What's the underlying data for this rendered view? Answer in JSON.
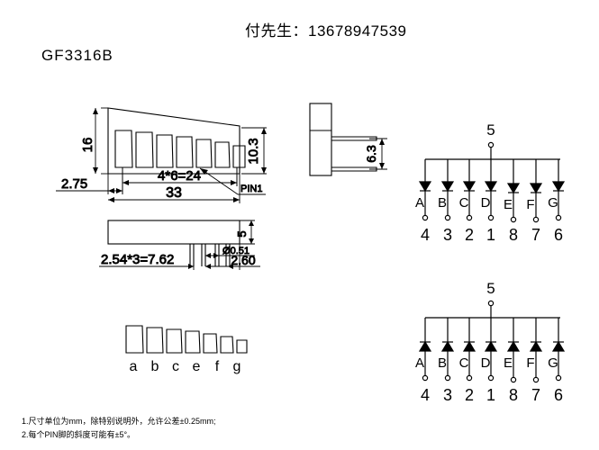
{
  "header": {
    "contact": "付先生：13678947539",
    "part_number": "GF3316B"
  },
  "front_view": {
    "name": "front-view",
    "dimensions": {
      "height_left": "16",
      "height_right": "10.3",
      "offset_left": "2.75",
      "segment_pitch": "4*6=24",
      "overall_width": "33"
    },
    "pin1_label": "PIN1"
  },
  "side_view": {
    "name": "side-view",
    "dimensions": {
      "pin_spacing": "6.3"
    }
  },
  "bottom_view": {
    "name": "bottom-view",
    "dimensions": {
      "thickness": "5",
      "pin_diameter": "Ø0.51",
      "pin_edge": "2.60",
      "pin_pitch": "2.54*3=7.62"
    }
  },
  "segment_map": {
    "name": "segment-label-strip",
    "labels": [
      "a",
      "b",
      "c",
      "e",
      "f",
      "g"
    ]
  },
  "schematic_top": {
    "title": "common-anode-schematic",
    "common_pin": "5",
    "segment_labels": [
      "A",
      "B",
      "C",
      "D",
      "E",
      "F",
      "G"
    ],
    "pin_numbers": [
      "4",
      "3",
      "2",
      "1",
      "8",
      "7",
      "6"
    ],
    "diode_direction": "down"
  },
  "schematic_bottom": {
    "title": "common-cathode-schematic",
    "common_pin": "5",
    "segment_labels": [
      "A",
      "B",
      "C",
      "D",
      "E",
      "F",
      "G"
    ],
    "pin_numbers": [
      "4",
      "3",
      "2",
      "1",
      "8",
      "7",
      "6"
    ],
    "diode_direction": "up"
  },
  "notes": {
    "line1": "1.尺寸单位为mm，除特别说明外，允许公差±0.25mm;",
    "line2": "2.每个PIN脚的斜度可能有±5°。"
  },
  "colors": {
    "ink": "#000000",
    "background": "#ffffff"
  }
}
